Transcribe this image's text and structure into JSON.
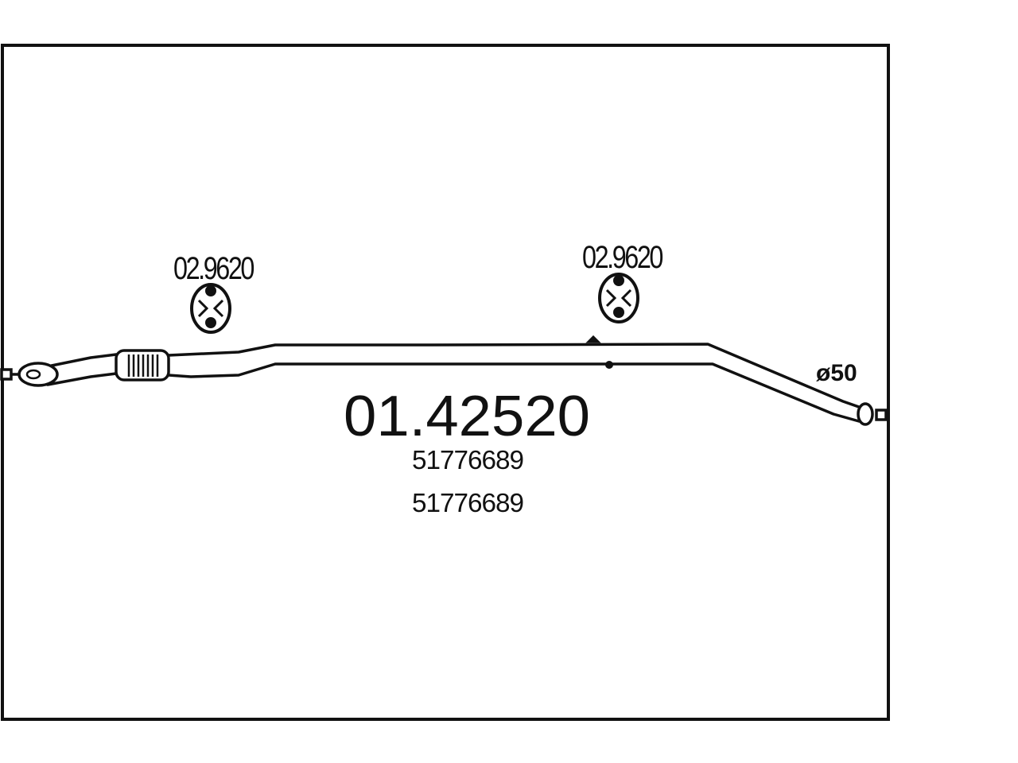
{
  "diagram": {
    "part_number": "01.42520",
    "oe_numbers": [
      "51776689",
      "51776689"
    ],
    "hangers": [
      {
        "label": "02.9620"
      },
      {
        "label": "02.9620"
      }
    ],
    "diameter_label": "ø50",
    "colors": {
      "line": "#111111",
      "background": "#ffffff"
    }
  }
}
